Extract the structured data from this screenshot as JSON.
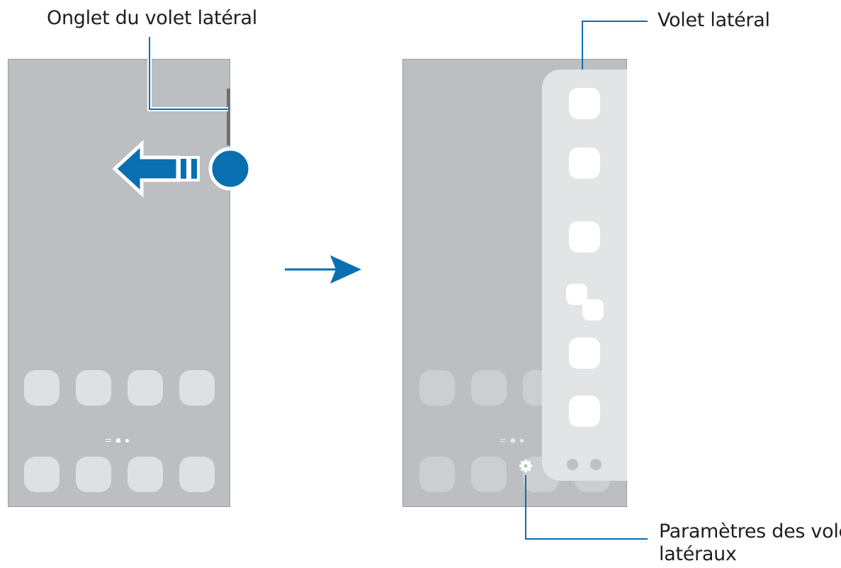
{
  "labels": {
    "panel_handle": "Onglet du volet latéral",
    "edge_panel": "Volet latéral",
    "settings_line1": "Paramètres des volets",
    "settings_line2": "latéraux"
  },
  "icons": {
    "arrow": "arrow-right-icon",
    "swipe": "swipe-left-arrow-icon",
    "settings": "gear-icon"
  },
  "colors": {
    "accent": "#0a6fb1",
    "screen": "#bdbec2",
    "panel": "#e3e4e6",
    "app_icon": "#dfe0e3"
  }
}
